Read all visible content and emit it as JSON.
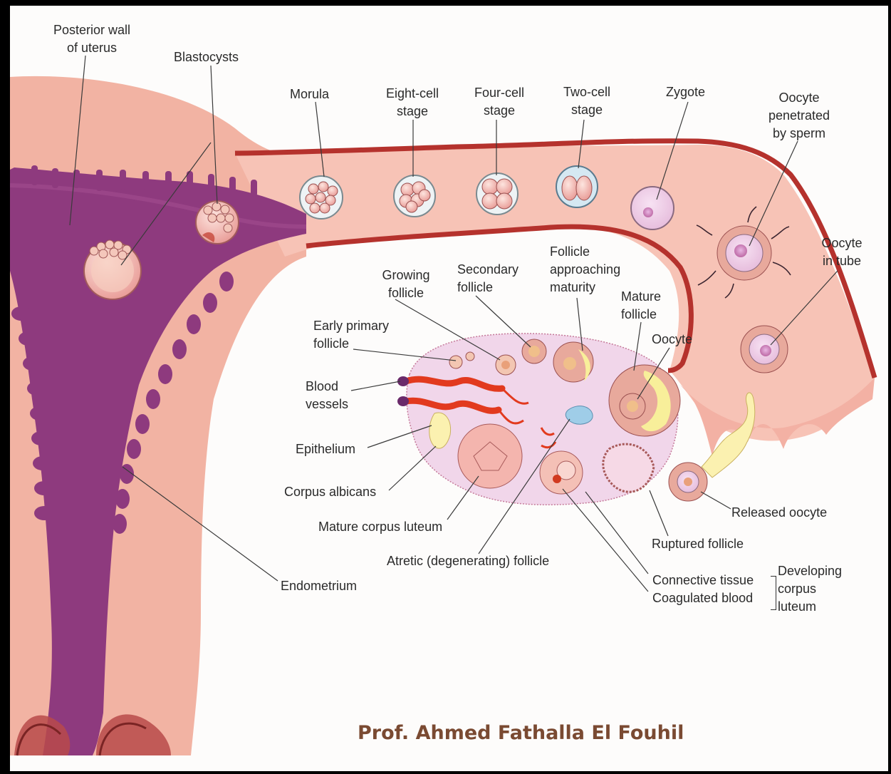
{
  "labels": {
    "posterior_wall": "Posterior wall\nof uterus",
    "blastocysts": "Blastocysts",
    "morula": "Morula",
    "eight_cell": "Eight-cell\nstage",
    "four_cell": "Four-cell\nstage",
    "two_cell": "Two-cell\nstage",
    "zygote": "Zygote",
    "oocyte_penetrated": "Oocyte\npenetrated\nby sperm",
    "oocyte_in_tube": "Oocyte\nin tube",
    "growing_follicle": "Growing\nfollicle",
    "secondary_follicle": "Secondary\nfollicle",
    "follicle_approaching": "Follicle\napproaching\nmaturity",
    "mature_follicle": "Mature\nfollicle",
    "oocyte": "Oocyte",
    "early_primary": "Early primary\nfollicle",
    "blood_vessels": "Blood\nvessels",
    "epithelium": "Epithelium",
    "corpus_albicans": "Corpus albicans",
    "mature_corpus_luteum": "Mature corpus luteum",
    "atretic": "Atretic (degenerating) follicle",
    "ruptured": "Ruptured follicle",
    "released_oocyte": "Released oocyte",
    "connective": "Connective tissue",
    "coagulated": "Coagulated blood",
    "developing": "Developing\ncorpus\nluteum",
    "endometrium": "Endometrium"
  },
  "credit": "Prof. Ahmed Fathalla El Fouhil",
  "colors": {
    "uterus_wall": "#f2b6a6",
    "cavity": "#8e3a7e",
    "tube_border": "#b5322d",
    "ovary": "#f1d6ea",
    "follicle_fluid": "#f8ef9a",
    "vessel": "#e23a1e",
    "credit": "#7a4a32"
  }
}
